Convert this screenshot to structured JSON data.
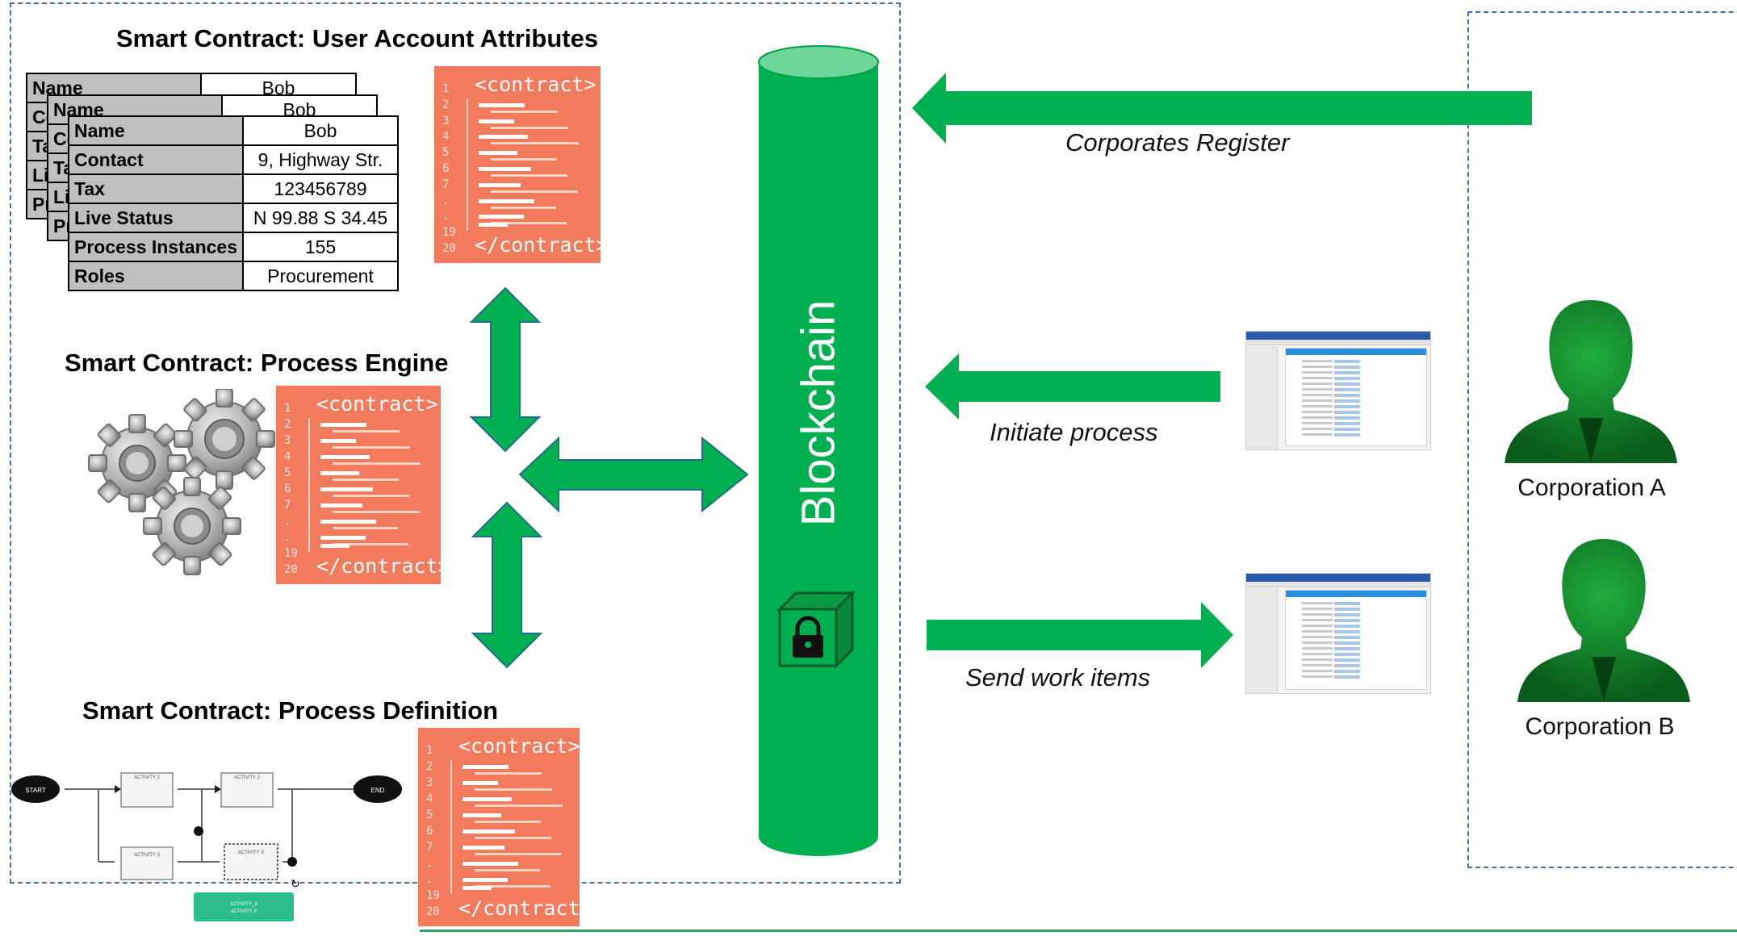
{
  "sections": {
    "user_account": {
      "title": "Smart Contract: User Account Attributes",
      "rows": [
        {
          "key": "Name",
          "value": "Bob"
        },
        {
          "key": "Contact",
          "value": "9, Highway Str."
        },
        {
          "key": "Tax",
          "value": "123456789"
        },
        {
          "key": "Live Status",
          "value": "N 99.88 S 34.45"
        },
        {
          "key": "Process Instances",
          "value": "155"
        },
        {
          "key": "Roles",
          "value": "Procurement"
        }
      ]
    },
    "process_engine": {
      "title": "Smart Contract: Process Engine"
    },
    "process_definition": {
      "title": "Smart Contract: Process Definition",
      "nodes": {
        "start": "START",
        "end": "END",
        "activity1": "ACTIVITY 1",
        "activity2": "ACTIVITY 2",
        "activity3": "ACTIVITY 3",
        "activityx": "ACTIVITY X",
        "selected_line1": "ACTIVITY_X",
        "selected_line2": "ACTIVITY X"
      }
    }
  },
  "code_card": {
    "open_tag": "<contract>",
    "close_tag": "</contract>",
    "line_numbers": [
      "1",
      "2",
      "3",
      "4",
      "5",
      "6",
      "7",
      ".",
      ".",
      "19",
      "20"
    ]
  },
  "blockchain": {
    "label": "Blockchain",
    "lock_icon": "lock-icon"
  },
  "flows": {
    "corporates_register": "Corporates Register",
    "initiate_process": "Initiate process",
    "send_work_items": "Send work items"
  },
  "corporations": [
    {
      "name": "Corporation A"
    },
    {
      "name": "Corporation B"
    }
  ],
  "colors": {
    "arrow_green": "#00b050",
    "arrow_edge": "#1f6f8b",
    "cylinder_green": "#00b050",
    "code_card": "#f27b5d",
    "dashed_border": "#4a6fa0",
    "person_green": "#0e7a24"
  }
}
